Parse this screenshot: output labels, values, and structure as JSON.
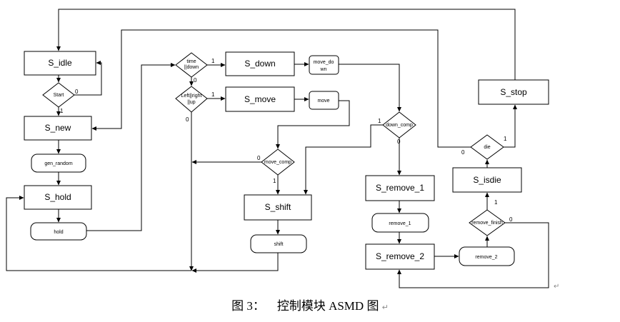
{
  "states": {
    "s_idle": "S_idle",
    "s_new": "S_new",
    "s_hold": "S_hold",
    "s_down": "S_down",
    "s_move": "S_move",
    "s_shift": "S_shift",
    "s_remove_1": "S_remove_1",
    "s_remove_2": "S_remove_2",
    "s_isdie": "S_isdie",
    "s_stop": "S_stop"
  },
  "actions": {
    "gen_random": "gen_random",
    "hold": "hold",
    "move_down_1": "move_do",
    "move_down_2": "wn",
    "move": "move",
    "shift": "shift",
    "remove_1": "remove_1",
    "remove_2": "remove_2"
  },
  "decisions": {
    "start": "Start",
    "time_down_1": "time",
    "time_down_2": "||down",
    "left_right_up_1": "Left||right",
    "left_right_up_2": "||up",
    "down_comp": "down_comp",
    "move_comp": "move_comp",
    "die": "die",
    "remove_finish": "remove_finish"
  },
  "branch_labels": {
    "start_no": "0",
    "start_yes": "1",
    "time_yes": "1",
    "time_no": "0",
    "lru_yes": "1",
    "lru_no": "0",
    "down_comp_yes": "1",
    "down_comp_no": "0",
    "move_comp_no": "0",
    "move_comp_yes": "1",
    "die_yes": "1",
    "die_no": "0",
    "remove_finish_yes": "1",
    "remove_finish_no": "0"
  },
  "caption": {
    "label": "图 3：",
    "title": "控制模块 ASMD 图",
    "mark": "↵"
  },
  "return_mark": "↵"
}
